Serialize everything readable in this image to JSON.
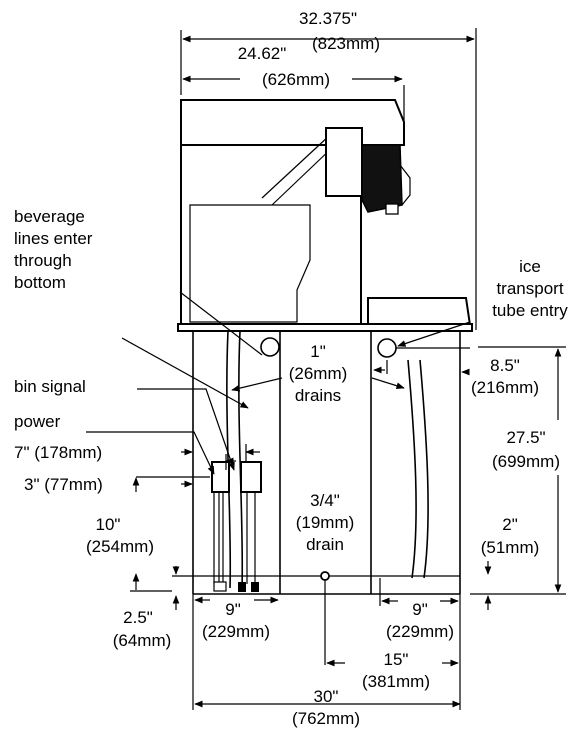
{
  "labels": {
    "overall_width_in": "32.375\"",
    "overall_width_mm": "(823mm)",
    "upper_width_in": "24.62\"",
    "upper_width_mm": "(626mm)",
    "beverage_1": "beverage",
    "beverage_2": "lines enter",
    "beverage_3": "through",
    "beverage_4": "bottom",
    "ice_1": "ice",
    "ice_2": "transport",
    "ice_3": "tube entry",
    "drains_1": "1\"",
    "drains_2": "(26mm)",
    "drains_3": "drains",
    "d85_in": "8.5\"",
    "d85_mm": "(216mm)",
    "bin_signal": "bin signal",
    "power": "power",
    "d7": "7\" (178mm)",
    "d3": "3\" (77mm)",
    "d275_in": "27.5\"",
    "d275_mm": "(699mm)",
    "drain_1": "3/4\"",
    "drain_2": "(19mm)",
    "drain_3": "drain",
    "d10_in": "10\"",
    "d10_mm": "(254mm)",
    "d2_in": "2\"",
    "d2_mm": "(51mm)",
    "d25_in": "2.5\"",
    "d25_mm": "(64mm)",
    "d9a_in": "9\"",
    "d9a_mm": "(229mm)",
    "d9b_in": "9\"",
    "d9b_mm": "(229mm)",
    "d15_in": "15\"",
    "d15_mm": "(381mm)",
    "d30_in": "30\"",
    "d30_mm": "(762mm)"
  }
}
